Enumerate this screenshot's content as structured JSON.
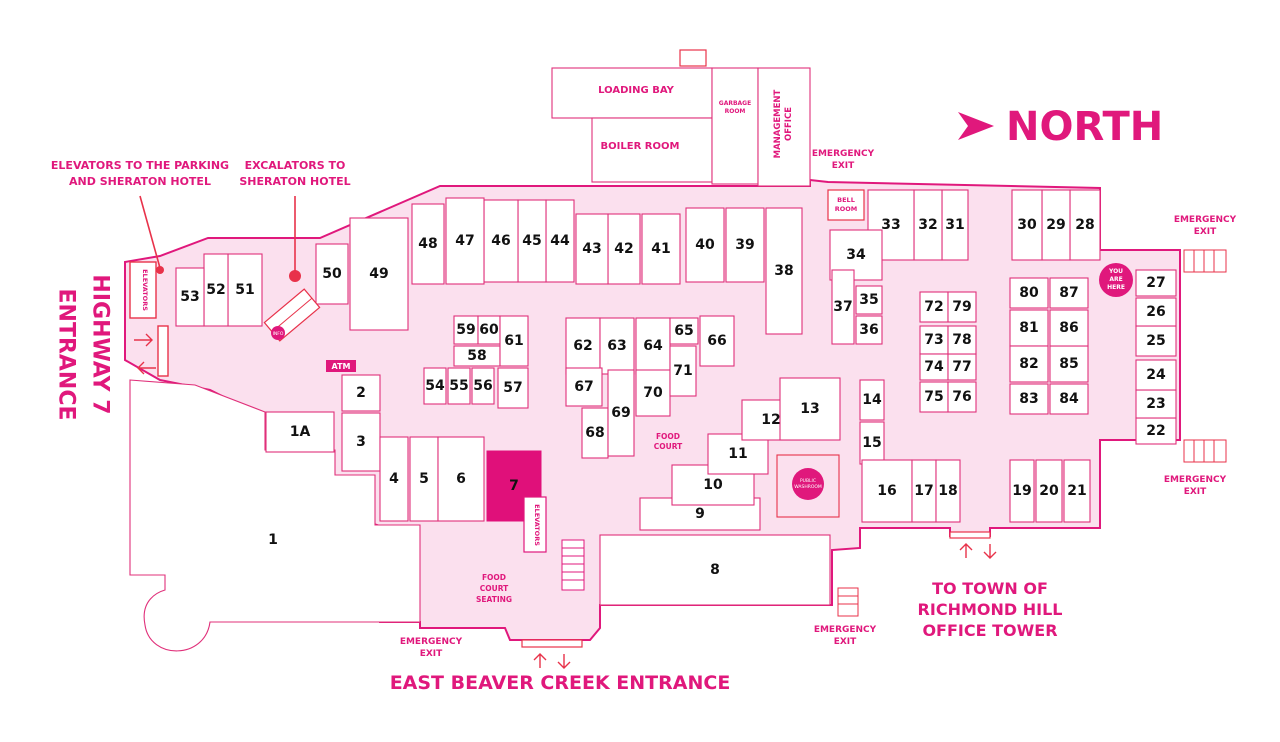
{
  "heading": "NORTH",
  "entrances": {
    "highway7": [
      "HIGHWAY 7",
      "ENTRANCE"
    ],
    "east_beaver": "EAST BEAVER CREEK ENTRANCE",
    "town_tower": [
      "TO TOWN OF",
      "RICHMOND HILL",
      "OFFICE TOWER"
    ]
  },
  "callouts": {
    "elevators_parking": [
      "ELEVATORS TO THE PARKING",
      "AND SHERATON HOTEL"
    ],
    "escalators": [
      "EXCALATORS TO",
      "SHERATON HOTEL"
    ]
  },
  "rooms": {
    "loading_bay": "LOADING BAY",
    "boiler_room": "BOILER ROOM",
    "garbage_room": [
      "GARBAGE",
      "ROOM"
    ],
    "management": [
      "MANAGEMENT",
      "OFFICE"
    ],
    "bell_room": [
      "BELL",
      "ROOM"
    ],
    "food_court": [
      "FOOD",
      "COURT"
    ],
    "food_court_seating": [
      "FOOD",
      "COURT",
      "SEATING"
    ],
    "elevators": "ELEVATORS",
    "atm": "ATM",
    "info": "INFO",
    "public_washroom": [
      "PUBLIC",
      "WASHROOM"
    ],
    "you_are_here": [
      "YOU",
      "ARE",
      "HERE"
    ]
  },
  "exits": {
    "label": [
      "EMERGENCY",
      "EXIT"
    ]
  },
  "stores": [
    {
      "id": "1A",
      "n": "1A"
    },
    {
      "id": "1",
      "n": "1"
    },
    {
      "id": "2",
      "n": "2"
    },
    {
      "id": "3",
      "n": "3"
    },
    {
      "id": "4",
      "n": "4"
    },
    {
      "id": "5",
      "n": "5"
    },
    {
      "id": "6",
      "n": "6"
    },
    {
      "id": "7",
      "n": "7"
    },
    {
      "id": "8",
      "n": "8"
    },
    {
      "id": "9",
      "n": "9"
    },
    {
      "id": "10",
      "n": "10"
    },
    {
      "id": "11",
      "n": "11"
    },
    {
      "id": "12",
      "n": "12"
    },
    {
      "id": "13",
      "n": "13"
    },
    {
      "id": "14",
      "n": "14"
    },
    {
      "id": "15",
      "n": "15"
    },
    {
      "id": "16",
      "n": "16"
    },
    {
      "id": "17",
      "n": "17"
    },
    {
      "id": "18",
      "n": "18"
    },
    {
      "id": "19",
      "n": "19"
    },
    {
      "id": "20",
      "n": "20"
    },
    {
      "id": "21",
      "n": "21"
    },
    {
      "id": "22",
      "n": "22"
    },
    {
      "id": "23",
      "n": "23"
    },
    {
      "id": "24",
      "n": "24"
    },
    {
      "id": "25",
      "n": "25"
    },
    {
      "id": "26",
      "n": "26"
    },
    {
      "id": "27",
      "n": "27"
    },
    {
      "id": "28",
      "n": "28"
    },
    {
      "id": "29",
      "n": "29"
    },
    {
      "id": "30",
      "n": "30"
    },
    {
      "id": "31",
      "n": "31"
    },
    {
      "id": "32",
      "n": "32"
    },
    {
      "id": "33",
      "n": "33"
    },
    {
      "id": "34",
      "n": "34"
    },
    {
      "id": "35",
      "n": "35"
    },
    {
      "id": "36",
      "n": "36"
    },
    {
      "id": "37",
      "n": "37"
    },
    {
      "id": "38",
      "n": "38"
    },
    {
      "id": "39",
      "n": "39"
    },
    {
      "id": "40",
      "n": "40"
    },
    {
      "id": "41",
      "n": "41"
    },
    {
      "id": "42",
      "n": "42"
    },
    {
      "id": "43",
      "n": "43"
    },
    {
      "id": "44",
      "n": "44"
    },
    {
      "id": "45",
      "n": "45"
    },
    {
      "id": "46",
      "n": "46"
    },
    {
      "id": "47",
      "n": "47"
    },
    {
      "id": "48",
      "n": "48"
    },
    {
      "id": "49",
      "n": "49"
    },
    {
      "id": "50",
      "n": "50"
    },
    {
      "id": "51",
      "n": "51"
    },
    {
      "id": "52",
      "n": "52"
    },
    {
      "id": "53",
      "n": "53"
    },
    {
      "id": "54",
      "n": "54"
    },
    {
      "id": "55",
      "n": "55"
    },
    {
      "id": "56",
      "n": "56"
    },
    {
      "id": "57",
      "n": "57"
    },
    {
      "id": "58",
      "n": "58"
    },
    {
      "id": "59",
      "n": "59"
    },
    {
      "id": "60",
      "n": "60"
    },
    {
      "id": "61",
      "n": "61"
    },
    {
      "id": "62",
      "n": "62"
    },
    {
      "id": "63",
      "n": "63"
    },
    {
      "id": "64",
      "n": "64"
    },
    {
      "id": "65",
      "n": "65"
    },
    {
      "id": "66",
      "n": "66"
    },
    {
      "id": "67",
      "n": "67"
    },
    {
      "id": "68",
      "n": "68"
    },
    {
      "id": "69",
      "n": "69"
    },
    {
      "id": "70",
      "n": "70"
    },
    {
      "id": "71",
      "n": "71"
    },
    {
      "id": "72",
      "n": "72"
    },
    {
      "id": "73",
      "n": "73"
    },
    {
      "id": "74",
      "n": "74"
    },
    {
      "id": "75",
      "n": "75"
    },
    {
      "id": "76",
      "n": "76"
    },
    {
      "id": "77",
      "n": "77"
    },
    {
      "id": "78",
      "n": "78"
    },
    {
      "id": "79",
      "n": "79"
    },
    {
      "id": "80",
      "n": "80"
    },
    {
      "id": "81",
      "n": "81"
    },
    {
      "id": "82",
      "n": "82"
    },
    {
      "id": "83",
      "n": "83"
    },
    {
      "id": "84",
      "n": "84"
    },
    {
      "id": "85",
      "n": "85"
    },
    {
      "id": "86",
      "n": "86"
    },
    {
      "id": "87",
      "n": "87"
    }
  ],
  "colors": {
    "accent": "#e0187c",
    "floor": "#fbe0ee",
    "outline": "#e0307a",
    "highlight": "#e0107a",
    "callout": "#e8324a"
  }
}
